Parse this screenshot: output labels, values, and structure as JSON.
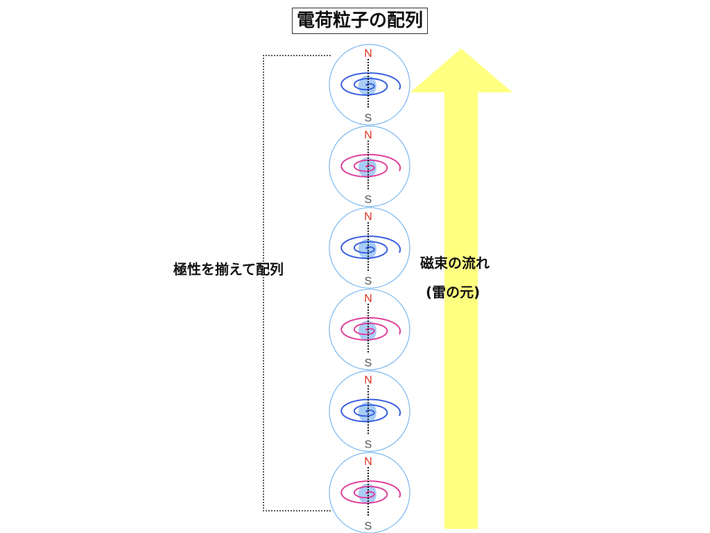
{
  "title": "電荷粒子の配列",
  "left_label": "極性を揃えて配列",
  "arrow_label_1": "磁束の流れ",
  "arrow_label_2": "(雷の元)",
  "pole_north": "N",
  "pole_south": "S",
  "particles": [
    {
      "color": "#3a5fe0"
    },
    {
      "color": "#e0409a"
    },
    {
      "color": "#3a5fe0"
    },
    {
      "color": "#e0409a"
    },
    {
      "color": "#3a5fe0"
    },
    {
      "color": "#e0409a"
    }
  ],
  "colors": {
    "arrow": "#ffff80",
    "sphere": "#7ab8f0",
    "core": "#a8cdf5",
    "north": "#e03020",
    "south": "#555555"
  }
}
